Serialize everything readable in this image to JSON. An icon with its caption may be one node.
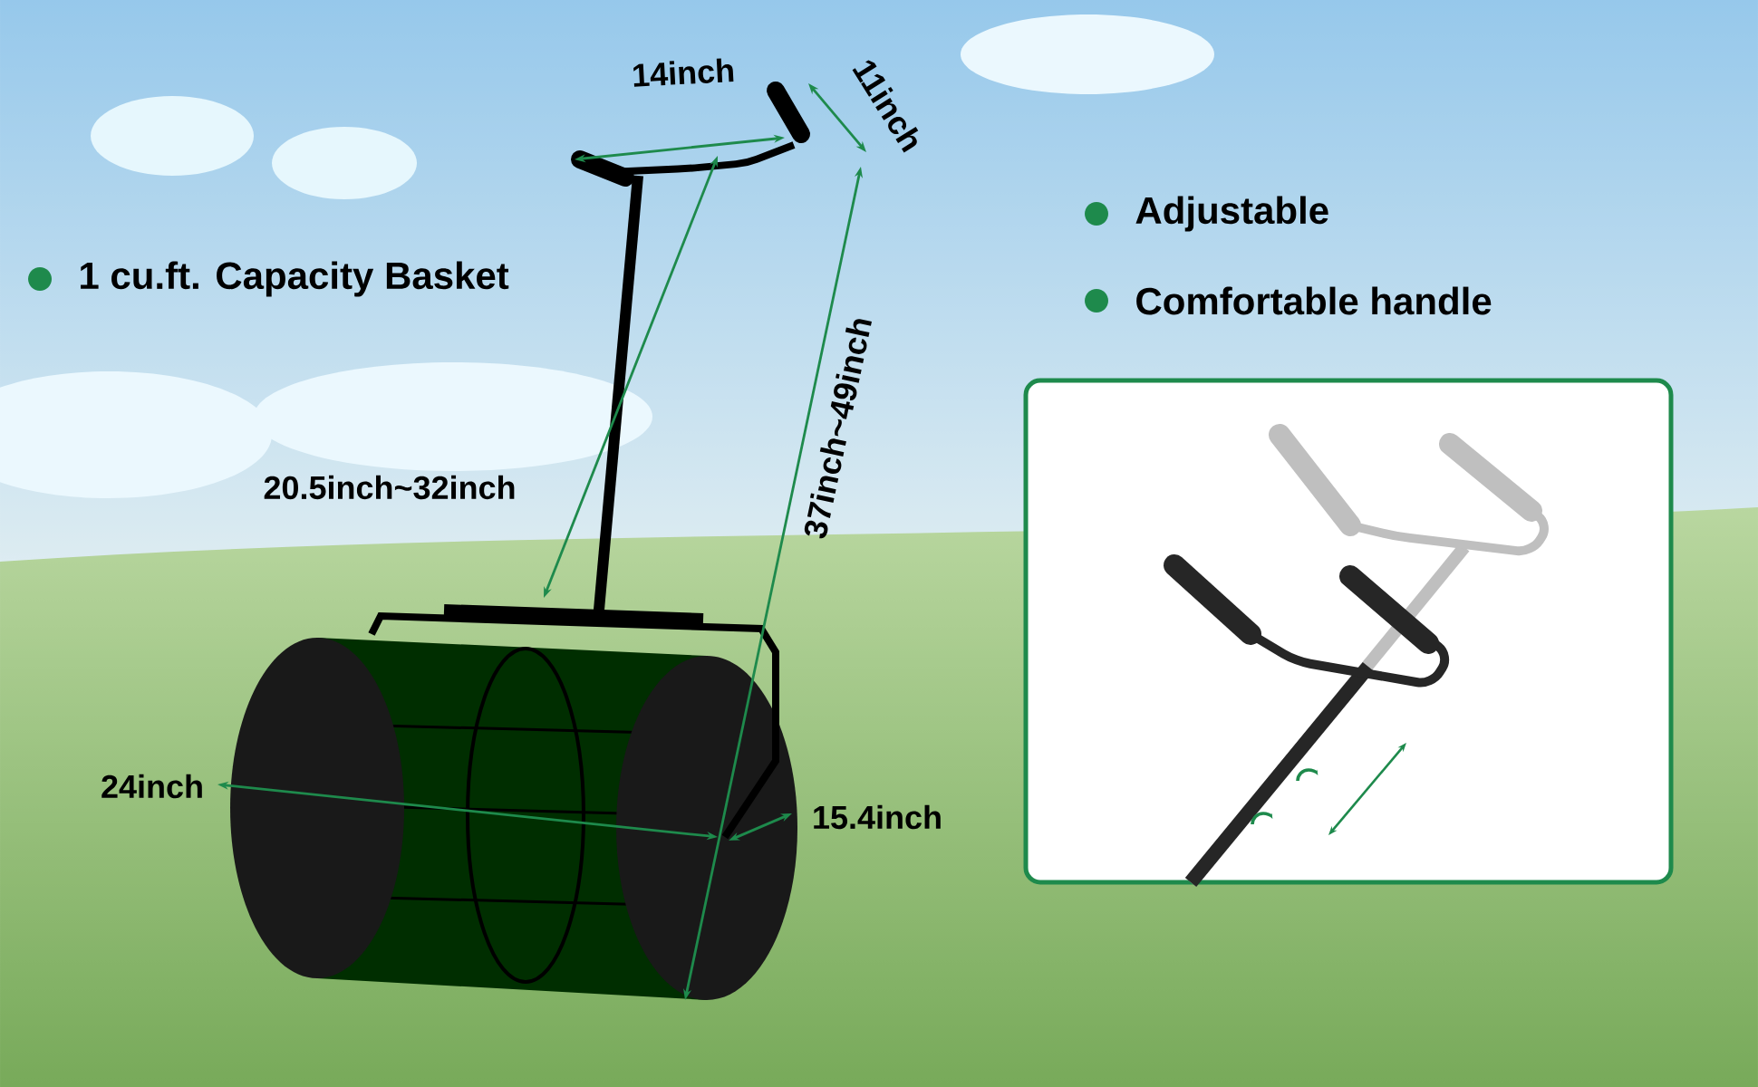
{
  "diagram": {
    "labels": [
      "14inch",
      "11inch",
      "Adjustable",
      "1 cu.ft. Capacity Basket",
      "Comfortable handle",
      "20.5inch~32inch",
      "37inch~49inch",
      "24inch",
      "15.4inch"
    ]
  }
}
